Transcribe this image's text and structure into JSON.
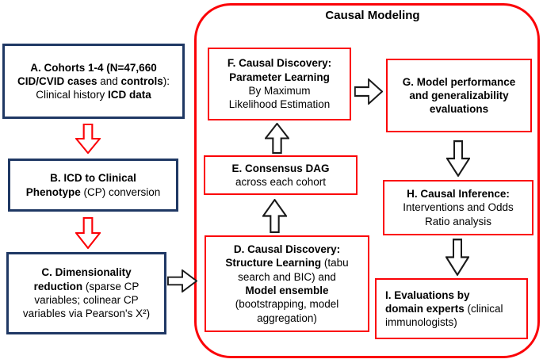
{
  "colors": {
    "red": "#fb0207",
    "navy": "#1f3864",
    "text": "#000000",
    "arrow_outline": "#1a1a1a"
  },
  "title": "Causal Modeling",
  "boxes": {
    "a": {
      "label": "cohorts-data-source",
      "segments": [
        {
          "t": "A. Cohorts 1-4 (N=47,660\nCID/CVID cases",
          "b": true
        },
        {
          "t": " and ",
          "b": false
        },
        {
          "t": "controls",
          "b": true
        },
        {
          "t": "):\nClinical history ",
          "b": false
        },
        {
          "t": "ICD data",
          "b": true
        }
      ]
    },
    "b": {
      "label": "icd-to-cp-conversion",
      "segments": [
        {
          "t": "B. ICD to Clinical\nPhenotype",
          "b": true
        },
        {
          "t": " (CP) conversion",
          "b": false
        }
      ]
    },
    "c": {
      "label": "dimensionality-reduction",
      "segments": [
        {
          "t": "C. Dimensionality\nreduction",
          "b": true
        },
        {
          "t": " (sparse CP\nvariables; colinear CP\nvariables via Pearson's X²)",
          "b": false
        }
      ]
    },
    "d": {
      "label": "causal-discovery-structure-learning",
      "segments": [
        {
          "t": "D. Causal Discovery:\nStructure Learning",
          "b": true
        },
        {
          "t": " (tabu\nsearch and BIC) and\n",
          "b": false
        },
        {
          "t": "Model ensemble",
          "b": true
        },
        {
          "t": "\n(bootstrapping, model\naggregation)",
          "b": false
        }
      ]
    },
    "e": {
      "label": "consensus-dag",
      "segments": [
        {
          "t": "E. Consensus DAG",
          "b": true
        },
        {
          "t": "\nacross each cohort",
          "b": false
        }
      ]
    },
    "f": {
      "label": "causal-discovery-parameter-learning",
      "segments": [
        {
          "t": "F. Causal Discovery:\nParameter Learning",
          "b": true
        },
        {
          "t": "\nBy Maximum\nLikelihood Estimation",
          "b": false
        }
      ]
    },
    "g": {
      "label": "model-performance-evaluations",
      "segments": [
        {
          "t": "G. Model performance\nand generalizability\nevaluations",
          "b": true
        }
      ]
    },
    "h": {
      "label": "causal-inference",
      "segments": [
        {
          "t": "H. Causal Inference:",
          "b": true
        },
        {
          "t": "\nInterventions and Odds\nRatio analysis",
          "b": false
        }
      ]
    },
    "i": {
      "label": "domain-expert-evaluations",
      "segments": [
        {
          "t": "I. Evaluations by\ndomain experts",
          "b": true
        },
        {
          "t": " (clinical\nimmunologists)",
          "b": false
        }
      ]
    }
  },
  "arrows": [
    {
      "id": "a-to-b",
      "direction": "down",
      "color": "red"
    },
    {
      "id": "b-to-c",
      "direction": "down",
      "color": "red"
    },
    {
      "id": "c-to-d",
      "direction": "right",
      "color": "black"
    },
    {
      "id": "d-to-e",
      "direction": "up",
      "color": "black"
    },
    {
      "id": "e-to-f",
      "direction": "up",
      "color": "black"
    },
    {
      "id": "f-to-g",
      "direction": "right",
      "color": "black"
    },
    {
      "id": "g-to-h",
      "direction": "down",
      "color": "black"
    },
    {
      "id": "h-to-i",
      "direction": "down",
      "color": "black"
    }
  ]
}
